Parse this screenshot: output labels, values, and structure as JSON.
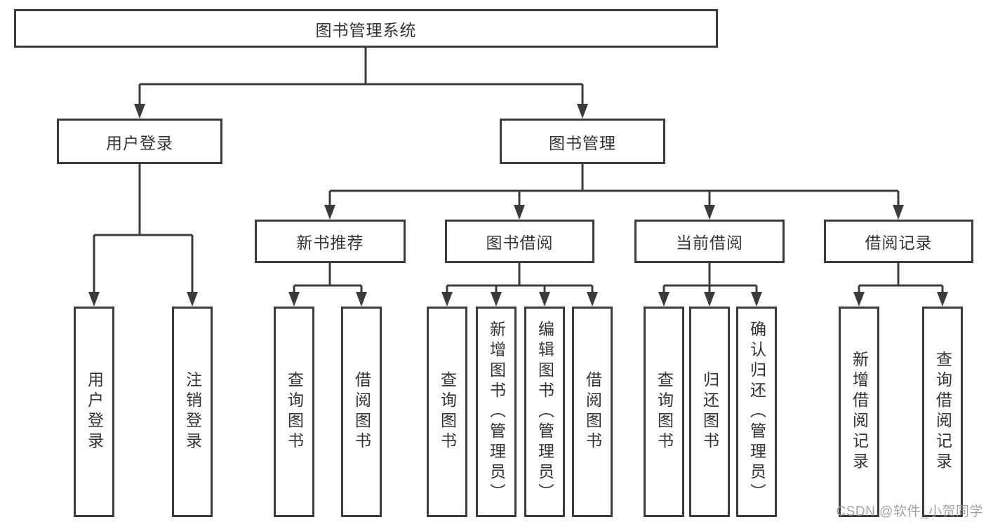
{
  "diagram": {
    "type": "tree",
    "root": {
      "label": "图书管理系统"
    },
    "level1": {
      "user_login": {
        "label": "用户登录"
      },
      "book_mgmt": {
        "label": "图书管理"
      }
    },
    "level2": {
      "new_book_rec": {
        "label": "新书推荐",
        "parent": "图书管理"
      },
      "book_borrow": {
        "label": "图书借阅",
        "parent": "图书管理"
      },
      "current_borrow": {
        "label": "当前借阅",
        "parent": "图书管理"
      },
      "borrow_record": {
        "label": "借阅记录",
        "parent": "图书管理"
      }
    },
    "leaves": {
      "ul_login": {
        "label": "用户登录",
        "parent": "用户登录"
      },
      "ul_logout": {
        "label": "注销登录",
        "parent": "用户登录"
      },
      "nb_query": {
        "label": "查询图书",
        "parent": "新书推荐"
      },
      "nb_borrow": {
        "label": "借阅图书",
        "parent": "新书推荐"
      },
      "bb_query": {
        "label": "查询图书",
        "parent": "图书借阅"
      },
      "bb_add": {
        "label": "新增图书（管理员）",
        "parent": "图书借阅"
      },
      "bb_edit": {
        "label": "编辑图书（管理员）",
        "parent": "图书借阅"
      },
      "bb_borrow": {
        "label": "借阅图书",
        "parent": "图书借阅"
      },
      "cb_query": {
        "label": "查询图书",
        "parent": "当前借阅"
      },
      "cb_return": {
        "label": "归还图书",
        "parent": "当前借阅"
      },
      "cb_confirm": {
        "label": "确认归还（管理员）",
        "parent": "当前借阅"
      },
      "br_add": {
        "label": "新增借阅记录",
        "parent": "借阅记录"
      },
      "br_query": {
        "label": "查询借阅记录",
        "parent": "借阅记录"
      }
    }
  },
  "watermark": {
    "text": "CSDN @软件_小贺同学"
  },
  "colors": {
    "line": "#3b3b3b",
    "box_border": "#3b3b3b",
    "text": "#333333",
    "background": "#ffffff",
    "watermark": "#9c9c9c"
  }
}
